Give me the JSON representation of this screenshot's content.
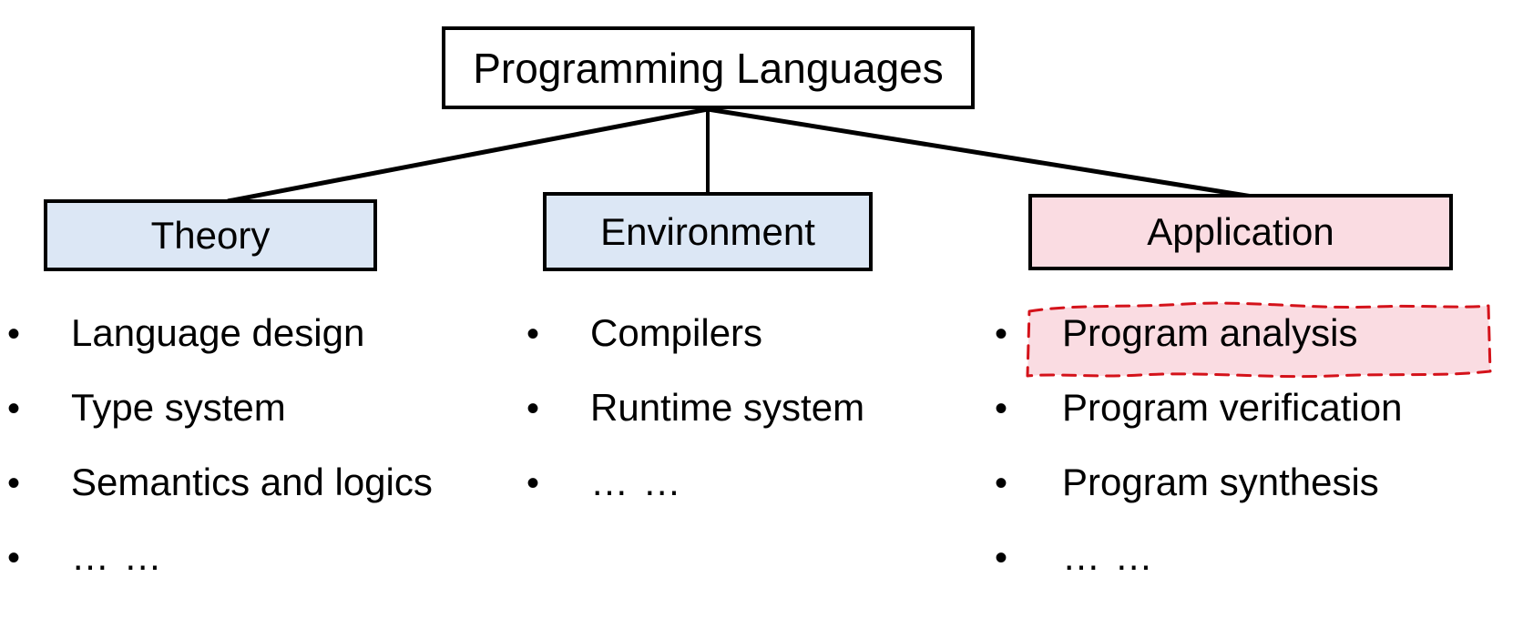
{
  "diagram": {
    "title": "Programming Languages taxonomy",
    "root": {
      "label": "Programming Languages"
    },
    "branches": [
      {
        "id": "theory",
        "label": "Theory",
        "fill": "#dce7f5",
        "items": [
          {
            "bullet": "•",
            "text": "Language design"
          },
          {
            "bullet": "•",
            "text": "Type system"
          },
          {
            "bullet": "•",
            "text": "Semantics and logics"
          },
          {
            "bullet": "•",
            "text": "… …"
          }
        ]
      },
      {
        "id": "environment",
        "label": "Environment",
        "fill": "#dce7f5",
        "items": [
          {
            "bullet": "•",
            "text": "Compilers"
          },
          {
            "bullet": "•",
            "text": "Runtime system"
          },
          {
            "bullet": "•",
            "text": "… …"
          }
        ]
      },
      {
        "id": "application",
        "label": "Application",
        "fill": "#fadce2",
        "items": [
          {
            "bullet": "•",
            "text": "Program analysis"
          },
          {
            "bullet": "•",
            "text": "Program verification"
          },
          {
            "bullet": "•",
            "text": "Program synthesis"
          },
          {
            "bullet": "•",
            "text": "… …"
          }
        ]
      }
    ],
    "highlight": {
      "target": "Program analysis",
      "stroke_color": "#d4121a",
      "fill_color": "#fadce2",
      "style": "hand-drawn dashed outline"
    },
    "connector_color": "#000000",
    "border_color": "#000000",
    "background": "#ffffff"
  }
}
